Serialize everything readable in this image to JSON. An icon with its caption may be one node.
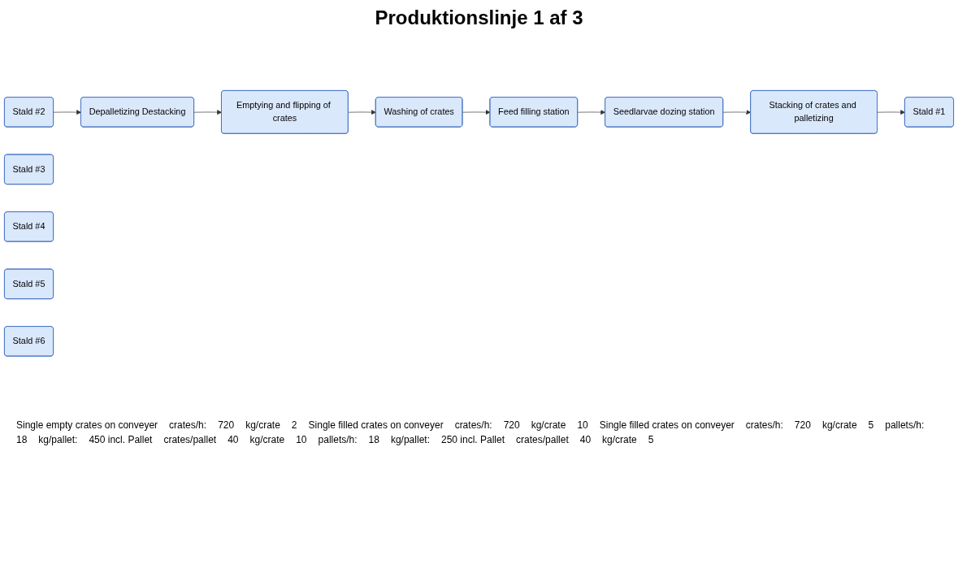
{
  "diagram": {
    "title": "Produktionslinje 1 af 3",
    "nodes": [
      {
        "text": [
          "Seedlarvae dozing station"
        ]
      },
      {
        "text": [
          "Feed filling station"
        ]
      },
      {
        "text": [
          "Washing of crates"
        ]
      },
      {
        "text": [
          "Emptying and flipping of crates"
        ]
      },
      {
        "text": [
          "Stacking of crates and palletizing"
        ]
      },
      {
        "text": [
          "Depalletizing Destacking"
        ]
      },
      {
        "text": [
          "Stald #1"
        ]
      },
      {
        "text": [
          "Stald #2"
        ]
      },
      {
        "text": [
          "Stald #3"
        ]
      },
      {
        "text": [
          "Stald #4"
        ]
      },
      {
        "text": [
          "Stald #5"
        ]
      },
      {
        "text": [
          "Stald #6"
        ]
      }
    ],
    "edges": [
      {
        "from": 1,
        "to": 0,
        "arrow": "to"
      },
      {
        "from": 2,
        "to": 1,
        "arrow": "to"
      },
      {
        "from": 3,
        "to": 2,
        "arrow": "to"
      },
      {
        "from": 0,
        "to": 4,
        "arrow": "to"
      },
      {
        "from": 4,
        "to": 6,
        "arrow": "to"
      },
      {
        "from": 7,
        "to": 5,
        "arrow": "to"
      },
      {
        "from": 5,
        "to": 3,
        "arrow": "to"
      }
    ],
    "labels": [
      "Single empty crates on conveyer",
      "crates/h:",
      "720",
      "kg/crate",
      "2",
      "Single filled crates on conveyer",
      "crates/h:",
      "720",
      "kg/crate",
      "10",
      "Single filled crates on conveyer",
      "crates/h:",
      "720",
      "kg/crate",
      "5",
      "pallets/h:",
      "18",
      "kg/pallet:",
      "450 incl. Pallet",
      "crates/pallet",
      "40",
      "kg/crate",
      "10",
      "pallets/h:",
      "18",
      "kg/pallet:",
      "250 incl. Pallet",
      "crates/pallet",
      "40",
      "kg/crate",
      "5"
    ]
  }
}
